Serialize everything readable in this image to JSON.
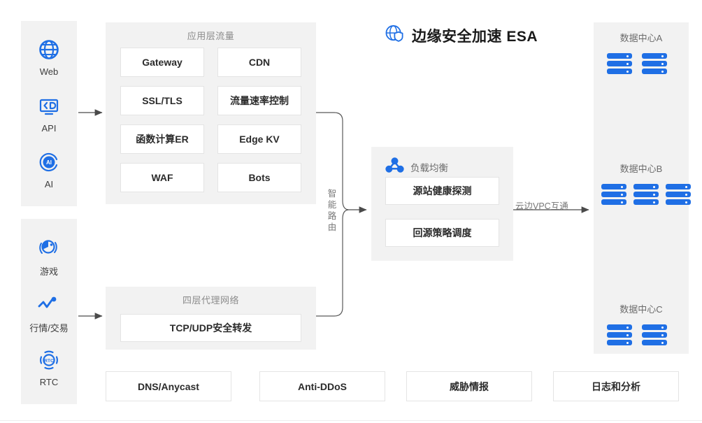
{
  "title": {
    "text": "边缘安全加速 ESA",
    "icon": "globe-shield-icon"
  },
  "sidebar": {
    "groups": [
      {
        "name": "client-sources-group-1",
        "items": [
          {
            "label": "Web",
            "icon": "globe-icon"
          },
          {
            "label": "API",
            "icon": "api-icon"
          },
          {
            "label": "AI",
            "icon": "ai-icon"
          }
        ]
      },
      {
        "name": "client-sources-group-2",
        "items": [
          {
            "label": "游戏",
            "icon": "game-icon"
          },
          {
            "label": "行情/交易",
            "icon": "market-trend-icon"
          },
          {
            "label": "RTC",
            "icon": "rtc-icon"
          }
        ]
      }
    ]
  },
  "app_layer": {
    "title": "应用层流量",
    "cards": [
      "Gateway",
      "CDN",
      "SSL/TLS",
      "流量速率控制",
      "函数计算ER",
      "Edge KV",
      "WAF",
      "Bots"
    ]
  },
  "l4_layer": {
    "title": "四层代理网络",
    "cards": [
      "TCP/UDP安全转发"
    ]
  },
  "load_balancer": {
    "title": "负载均衡",
    "icon": "load-balancer-icon",
    "cards": [
      "源站健康探测",
      "回源策略调度"
    ]
  },
  "data_centers": [
    {
      "label": "数据中心A",
      "racks": 2
    },
    {
      "label": "数据中心B",
      "racks": 3
    },
    {
      "label": "数据中心C",
      "racks": 2
    }
  ],
  "edges": {
    "smart_routing": "智能路由",
    "vpc_interconnect": "云边VPC互通"
  },
  "bottom_services": [
    "DNS/Anycast",
    "Anti-DDoS",
    "威胁情报",
    "日志和分析"
  ],
  "colors": {
    "brand_blue": "#1f6fe5",
    "panel_bg": "#f2f2f2",
    "card_border": "#e4e4e4",
    "muted_text": "#8c8c8c",
    "line": "#4a4a4a"
  }
}
